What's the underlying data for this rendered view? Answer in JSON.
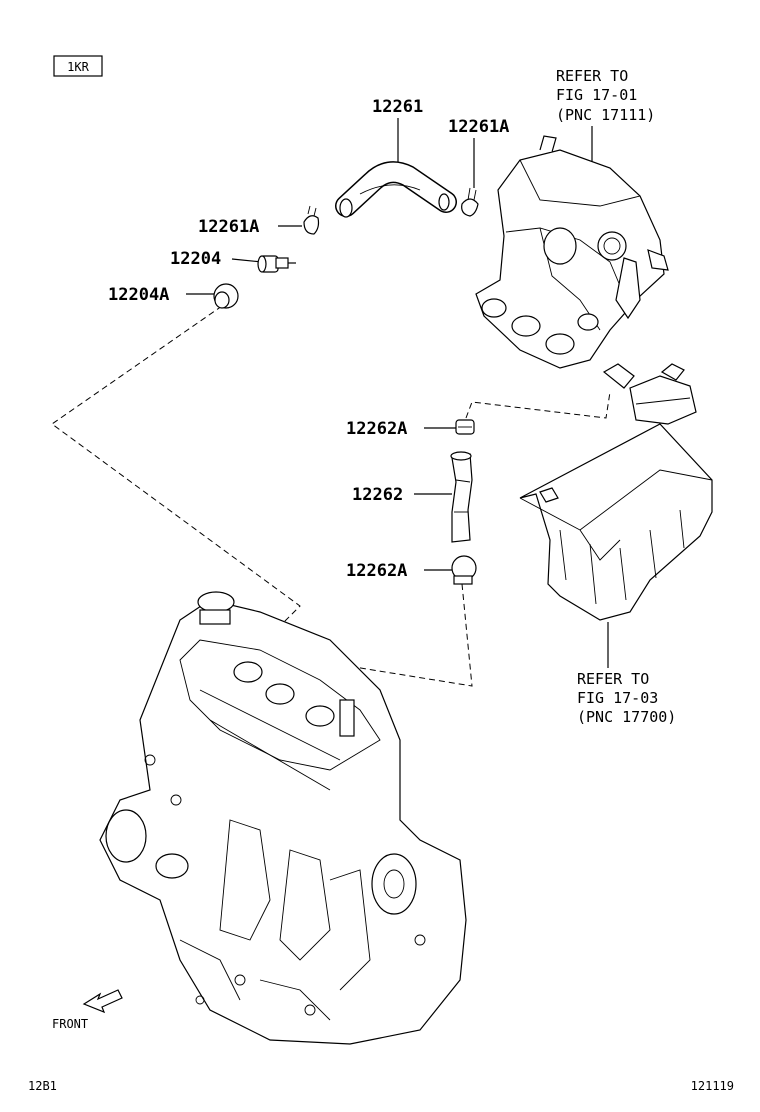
{
  "engine_code": "1KR",
  "part_labels": {
    "hose_12261": "12261",
    "clamp_12261A_top": "12261A",
    "clamp_12261A_left": "12261A",
    "valve_12204": "12204",
    "grommet_12204A": "12204A",
    "clamp_12262A_top": "12262A",
    "hose_12262": "12262",
    "clamp_12262A_bottom": "12262A"
  },
  "references": {
    "intake_manifold": {
      "line1": "REFER TO",
      "line2": "FIG 17-01",
      "line3": "(PNC 17111)"
    },
    "air_cleaner": {
      "line1": "REFER TO",
      "line2": "FIG 17-03",
      "line3": "(PNC 17700)"
    }
  },
  "front_label": "FRONT",
  "footer": {
    "left_code": "12B1",
    "right_code": "121119"
  },
  "icons": [
    "front-arrow-icon"
  ]
}
